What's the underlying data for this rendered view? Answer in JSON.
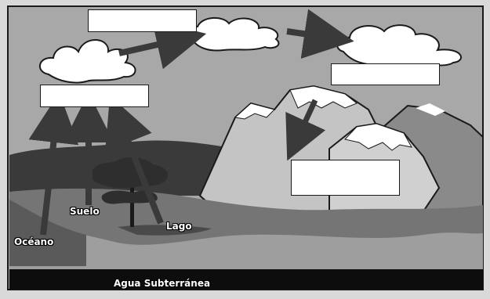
{
  "labels": {
    "ocean": "Océano",
    "soil": "Suelo",
    "lake": "Lago",
    "groundwater": "Agua Subterránea"
  },
  "answer_boxes": [
    {
      "id": "top-center",
      "value": ""
    },
    {
      "id": "left",
      "value": ""
    },
    {
      "id": "top-right",
      "value": ""
    },
    {
      "id": "mountain",
      "value": ""
    }
  ],
  "colors": {
    "frame": "#d9d9d9",
    "sky": "#a8a8a8",
    "mountain_light": "#c4c4c4",
    "mountain_mid": "#8a8a8a",
    "hill_dark": "#3a3a3a",
    "ground": "#757575",
    "groundwater_band": "#0d0d0d",
    "arrow": "#3a3a3a"
  }
}
